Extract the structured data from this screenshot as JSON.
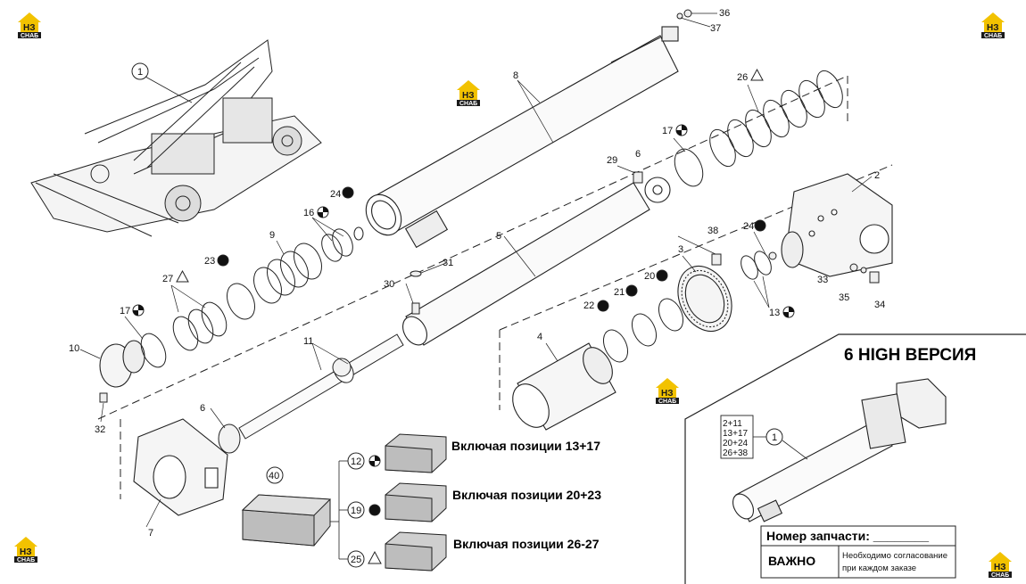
{
  "diagram": {
    "section_title": "6 HIGH ВЕРСИЯ",
    "part_number_label": "Номер запчасти: ________",
    "important_label": "ВАЖНО",
    "important_note_line1": "Необходимо согласование",
    "important_note_line2": "при каждом заказе",
    "kits": [
      {
        "ref": "12",
        "text": "Включая позиции 13+17"
      },
      {
        "ref": "19",
        "text": "Включая позиции 20+23"
      },
      {
        "ref": "25",
        "text": "Включая позиции 26-27"
      }
    ],
    "kit_main_ref": "40",
    "version_box": [
      "2+11",
      "13+17",
      "20+24",
      "26+38"
    ],
    "version_ref": "1",
    "labels": {
      "l1": "1",
      "l2": "2",
      "l3": "3",
      "l4": "4",
      "l5": "5",
      "l6a": "6",
      "l6b": "6",
      "l7": "7",
      "l8": "8",
      "l9": "9",
      "l10": "10",
      "l11": "11",
      "l13": "13",
      "l16": "16",
      "l17a": "17",
      "l17b": "17",
      "l20": "20",
      "l21": "21",
      "l22": "22",
      "l23": "23",
      "l24a": "24",
      "l24b": "24",
      "l26": "26",
      "l27": "27",
      "l29": "29",
      "l30": "30",
      "l31": "31",
      "l32": "32",
      "l33": "33",
      "l34": "34",
      "l35": "35",
      "l36": "36",
      "l37": "37",
      "l38": "38"
    },
    "logo": {
      "top": "НЗ",
      "bottom": "СНАБ",
      "color": "#f2c200"
    }
  }
}
